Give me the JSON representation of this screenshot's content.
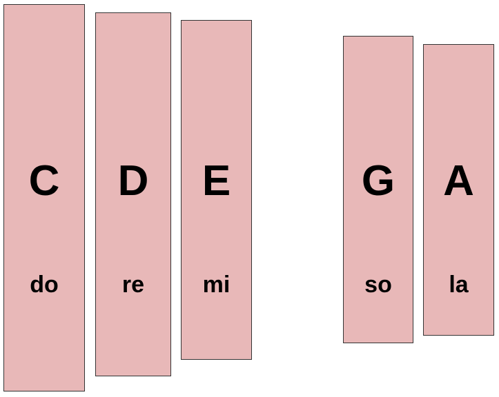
{
  "bars": [
    {
      "note": "C",
      "solfege": "do"
    },
    {
      "note": "D",
      "solfege": "re"
    },
    {
      "note": "E",
      "solfege": "mi"
    },
    {
      "note": "G",
      "solfege": "so"
    },
    {
      "note": "A",
      "solfege": "la"
    }
  ],
  "colors": {
    "bar_fill": "#e8b8b8",
    "bar_border": "#333333",
    "text": "#000000"
  }
}
